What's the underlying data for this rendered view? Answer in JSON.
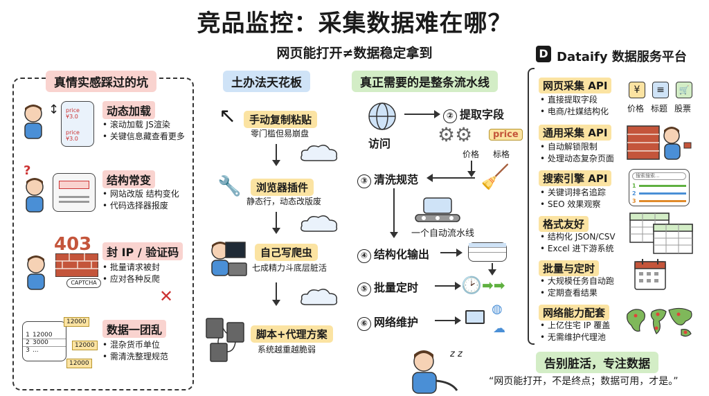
{
  "header": {
    "title": "竞品监控：采集数据难在哪？",
    "subtitle": "网页能打开≠数据稳定拿到"
  },
  "pitfalls": {
    "heading": "真情实感踩过的坑",
    "items": [
      {
        "title": "动态加载",
        "bullets": [
          "滚动加载 JS渲染",
          "关键信息藏查看更多"
        ],
        "tile_labels": [
          "price ¥3.0",
          "price ¥3.0"
        ]
      },
      {
        "title": "结构常变",
        "bullets": [
          "网站改版 结构变化",
          "代码选择器报废"
        ]
      },
      {
        "title": "封 IP / 验证码",
        "bullets": [
          "批量请求被封",
          "应对各种反爬"
        ],
        "badge": "403",
        "captcha": "CAPTCHA"
      },
      {
        "title": "数据一团乱",
        "bullets": [
          "混杂货币单位",
          "需清洗整理规范"
        ],
        "table_rows": [
          [
            "1",
            "12000"
          ],
          [
            "2",
            "3000"
          ],
          [
            "3",
            "..."
          ]
        ],
        "tags": [
          "12000",
          "12000",
          "12000"
        ]
      }
    ]
  },
  "diy": {
    "heading": "土办法天花板",
    "steps": [
      {
        "label": "手动复制粘贴",
        "desc": "零门槛但易崩盘"
      },
      {
        "label": "浏览器插件",
        "desc": "静态行，动态改版废"
      },
      {
        "label": "自己写爬虫",
        "desc": "七成精力斗底层脏活"
      },
      {
        "label": "脚本+代理方案",
        "desc": "系统越重越脆弱"
      }
    ]
  },
  "pipeline": {
    "heading": "真正需要的是整条流水线",
    "visit": "访问",
    "extract": {
      "num": "②",
      "label": "提取字段",
      "icon_labels": [
        "价格",
        "标格"
      ],
      "price_tag": "price"
    },
    "clean": {
      "num": "③",
      "label": "清洗规范"
    },
    "auto_note": "一个自动流水线",
    "structured": {
      "num": "④",
      "label": "结构化输出"
    },
    "batch": {
      "num": "⑤",
      "label": "批量定时"
    },
    "network": {
      "num": "⑥",
      "label": "网络维护"
    }
  },
  "platform": {
    "brand": "Dataify 数据服务平台",
    "services": [
      {
        "title": "网页采集 API",
        "bullets": [
          "直接提取字段",
          "电商/社媒结构化"
        ],
        "icon_labels": [
          "价格",
          "标题",
          "股票"
        ],
        "icon_glyphs": [
          "¥",
          "≡",
          "🛒"
        ]
      },
      {
        "title": "通用采集 API",
        "bullets": [
          "自动解锁限制",
          "处理动态复杂页面"
        ]
      },
      {
        "title": "搜索引擎 API",
        "bullets": [
          "关键词排名追踪",
          "SEO 效果观察"
        ],
        "search_placeholder": "搜索搜索..."
      },
      {
        "title": "格式友好",
        "bullets": [
          "结构化 JSON/CSV",
          "Excel 进下游系统"
        ]
      },
      {
        "title": "批量与定时",
        "bullets": [
          "大规模任务自动跑",
          "定期查看结果"
        ]
      },
      {
        "title": "网络能力配套",
        "bullets": [
          "上亿住宅 IP 覆盖",
          "无需维护代理池"
        ]
      }
    ]
  },
  "footer": {
    "slogan": "告别脏活，专注数据",
    "quote": "“网页能打开，不是终点；数据可用，才是。”",
    "sleep": "z z"
  },
  "colors": {
    "pink": "#f9d3cf",
    "blue": "#cfe3f7",
    "green": "#d3edc6",
    "yellow": "#fbe3a2",
    "brick": "#c4553b",
    "accent_blue": "#4a8fd6"
  }
}
